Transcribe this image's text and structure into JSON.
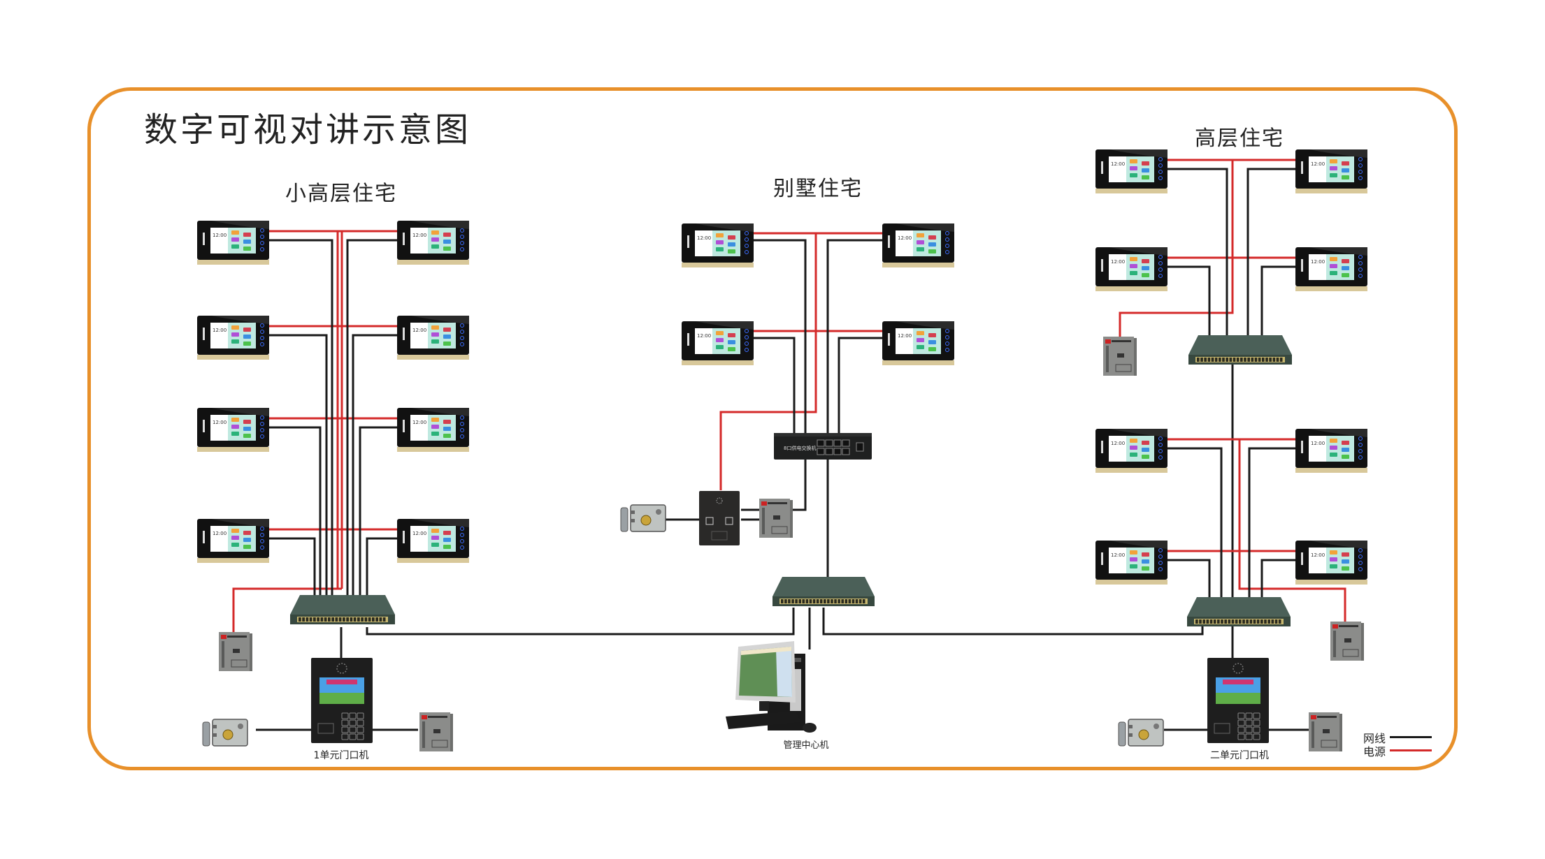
{
  "title": "数字可视对讲示意图",
  "sections": {
    "small_highrise": "小高层住宅",
    "villa": "别墅住宅",
    "highrise": "高层住宅"
  },
  "devices": {
    "monitor_clock": "12:00",
    "unit1_door_station": "1单元门口机",
    "unit2_door_station": "二单元门口机",
    "management_center": "管理中心机",
    "villa_poe_switch": "8口供电交换机"
  },
  "legend": {
    "network_label": "网线",
    "power_label": "电源",
    "network_color": "#1a1a1a",
    "power_color": "#d42a2a"
  },
  "colors": {
    "frame": "#e8902a",
    "network_wire": "#1a1a1a",
    "power_wire": "#d42a2a"
  }
}
